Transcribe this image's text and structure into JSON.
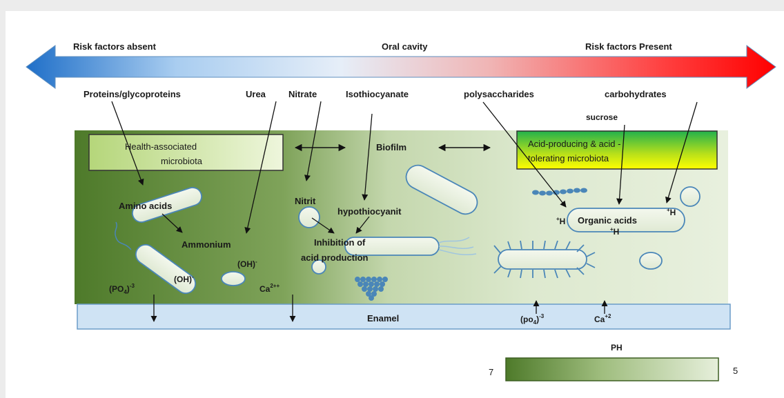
{
  "arrow": {
    "left_label": "Risk factors absent",
    "center_label": "Oral cavity",
    "right_label": "Risk factors Present"
  },
  "inputs": {
    "proteins": "Proteins/glycoproteins",
    "urea": "Urea",
    "nitrate": "Nitrate",
    "isothiocyanate": "Isothiocyanate",
    "polysaccharides": "polysaccharides",
    "carbohydrates": "carbohydrates",
    "sucrose": "sucrose"
  },
  "boxes": {
    "health_line1": "Health-associated",
    "health_line2": "microbiota",
    "biofilm": "Biofilm",
    "acid_line1": "Acid-producing & acid -",
    "acid_line2": "tolerating microbiota"
  },
  "labels": {
    "amino_acids": "Amino acids",
    "ammonium": "Ammonium",
    "oh1": "(OH)",
    "oh1_sup": "-",
    "oh2": "(OH)",
    "oh2_sup": "-",
    "po4_left": "(PO",
    "po4_left_sub": "4",
    "po4_left_close": ")",
    "po4_left_sup": "-3",
    "ca_left": "Ca",
    "ca_left_sup": "2++",
    "nitrit": "Nitrit",
    "hypothiocyanit": "hypothiocyanit",
    "inhibition_line1": "Inhibition of",
    "inhibition_line2": "acid production",
    "organic_acids": "Organic acids",
    "h_sup": "+",
    "h": "H",
    "enamel": "Enamel",
    "po4_right": "(po",
    "po4_right_sub": "4",
    "po4_right_close": ")",
    "po4_right_sup": "-3",
    "ca_right": "Ca",
    "ca_right_sup": "+2"
  },
  "ph": {
    "title": "PH",
    "low_value": "7",
    "high_value": "5"
  },
  "colors": {
    "arrow_blue": "#1f6fc8",
    "arrow_red": "#ff0000",
    "biofilm_dark": "#4e7a2a",
    "biofilm_light": "#e4eedb",
    "enamel": "#cfe3f4",
    "health_box": "#c6e09a",
    "acid_box_top": "#22b14c",
    "acid_box_bottom": "#ffff00",
    "bacteria_outline": "#4a86b8"
  }
}
